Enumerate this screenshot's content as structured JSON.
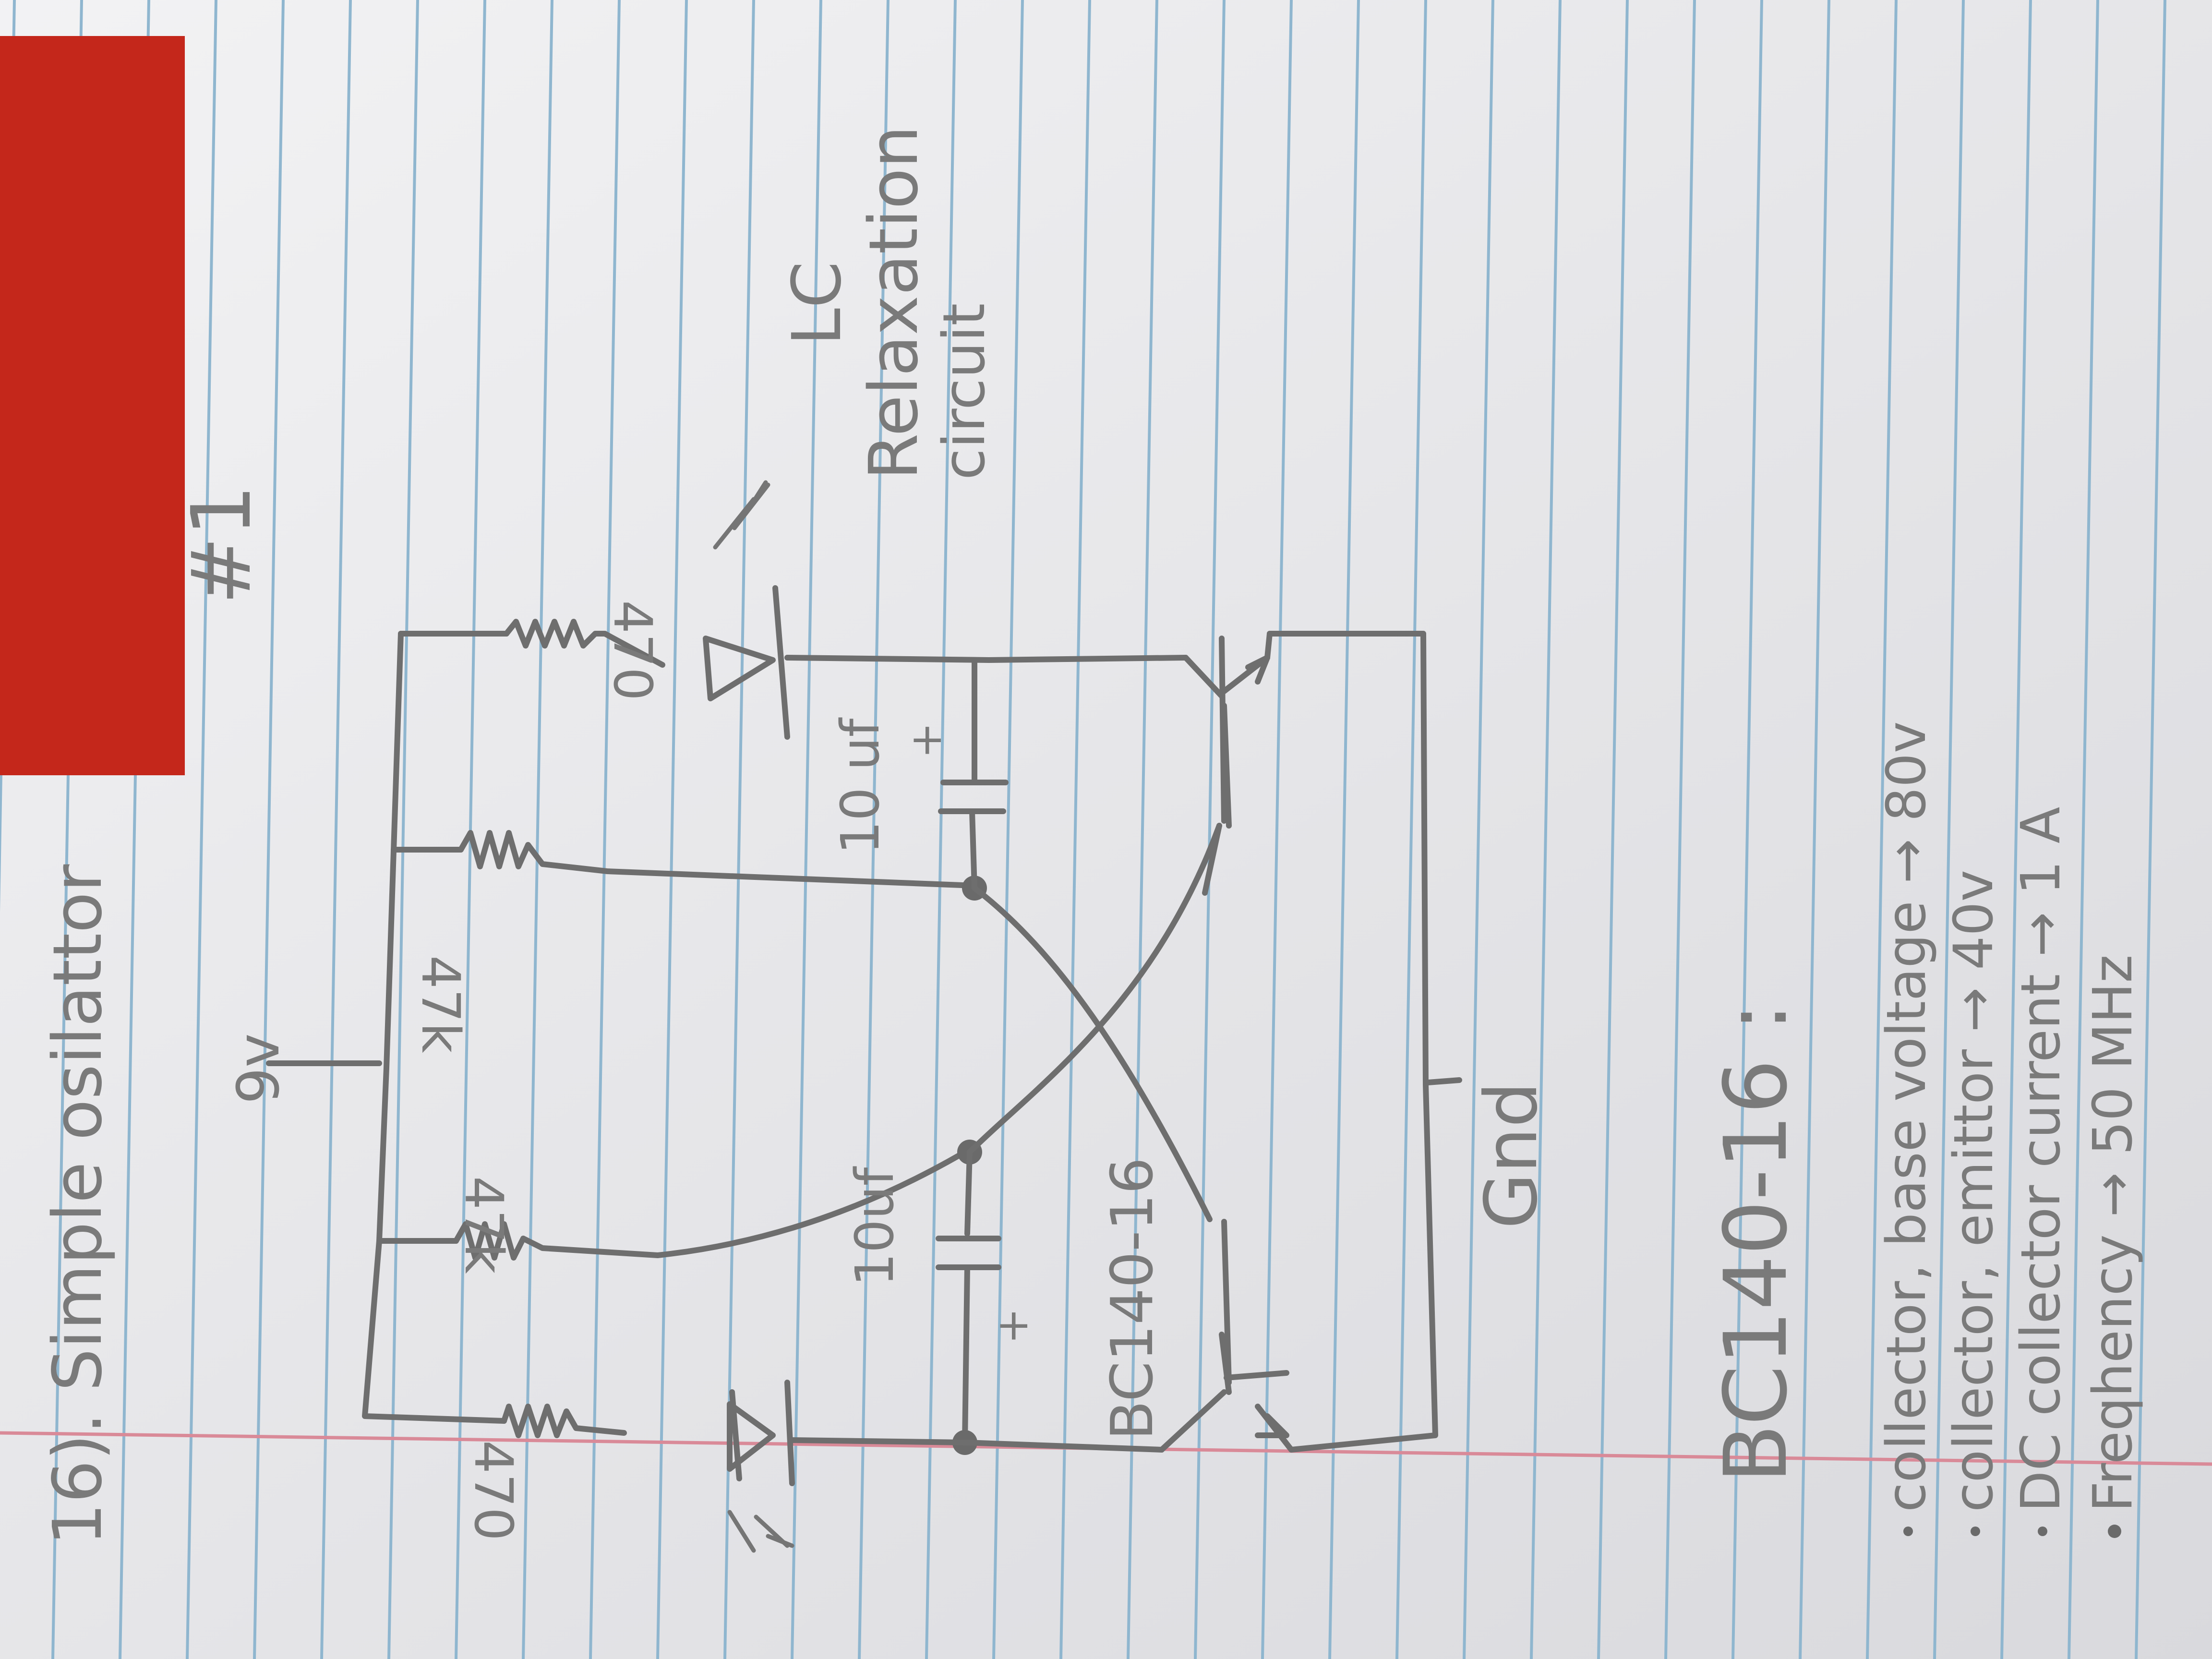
{
  "image": {
    "subject": "notebook page with a hand-drawn transistor oscillator schematic (photographed rotated 90°)",
    "colors": {
      "paper": "#eeeef0",
      "ruled_lines": "#8fb6cf",
      "margin_line": "#d98a98",
      "pencil": "#6e6e6e",
      "redaction_block": "#c4271b",
      "background": "#2a2a2a"
    }
  },
  "notes": {
    "title": "16). Simple osilattor",
    "page_number": "#1",
    "supply_label": "9v",
    "ground_label": "Gnd",
    "resistor_470_left": "470",
    "resistor_470_right": "470",
    "resistor_47k_left": "47k",
    "resistor_47k_right": "47k",
    "capacitor_left": "10uf",
    "capacitor_right": "10 uf",
    "cap_plus_left": "+",
    "cap_plus_right": "+",
    "transistor_label": "BC140-16",
    "side_note_1": "LC",
    "side_note_2": "Relaxation",
    "side_note_3": "circuit",
    "spec_heading": "BC140-16 :",
    "specs": [
      "collector, base voltage → 80v",
      "collector, emittor → 40v",
      "DC collector current → 1 A",
      "Freqhency → 50 MHz"
    ]
  }
}
